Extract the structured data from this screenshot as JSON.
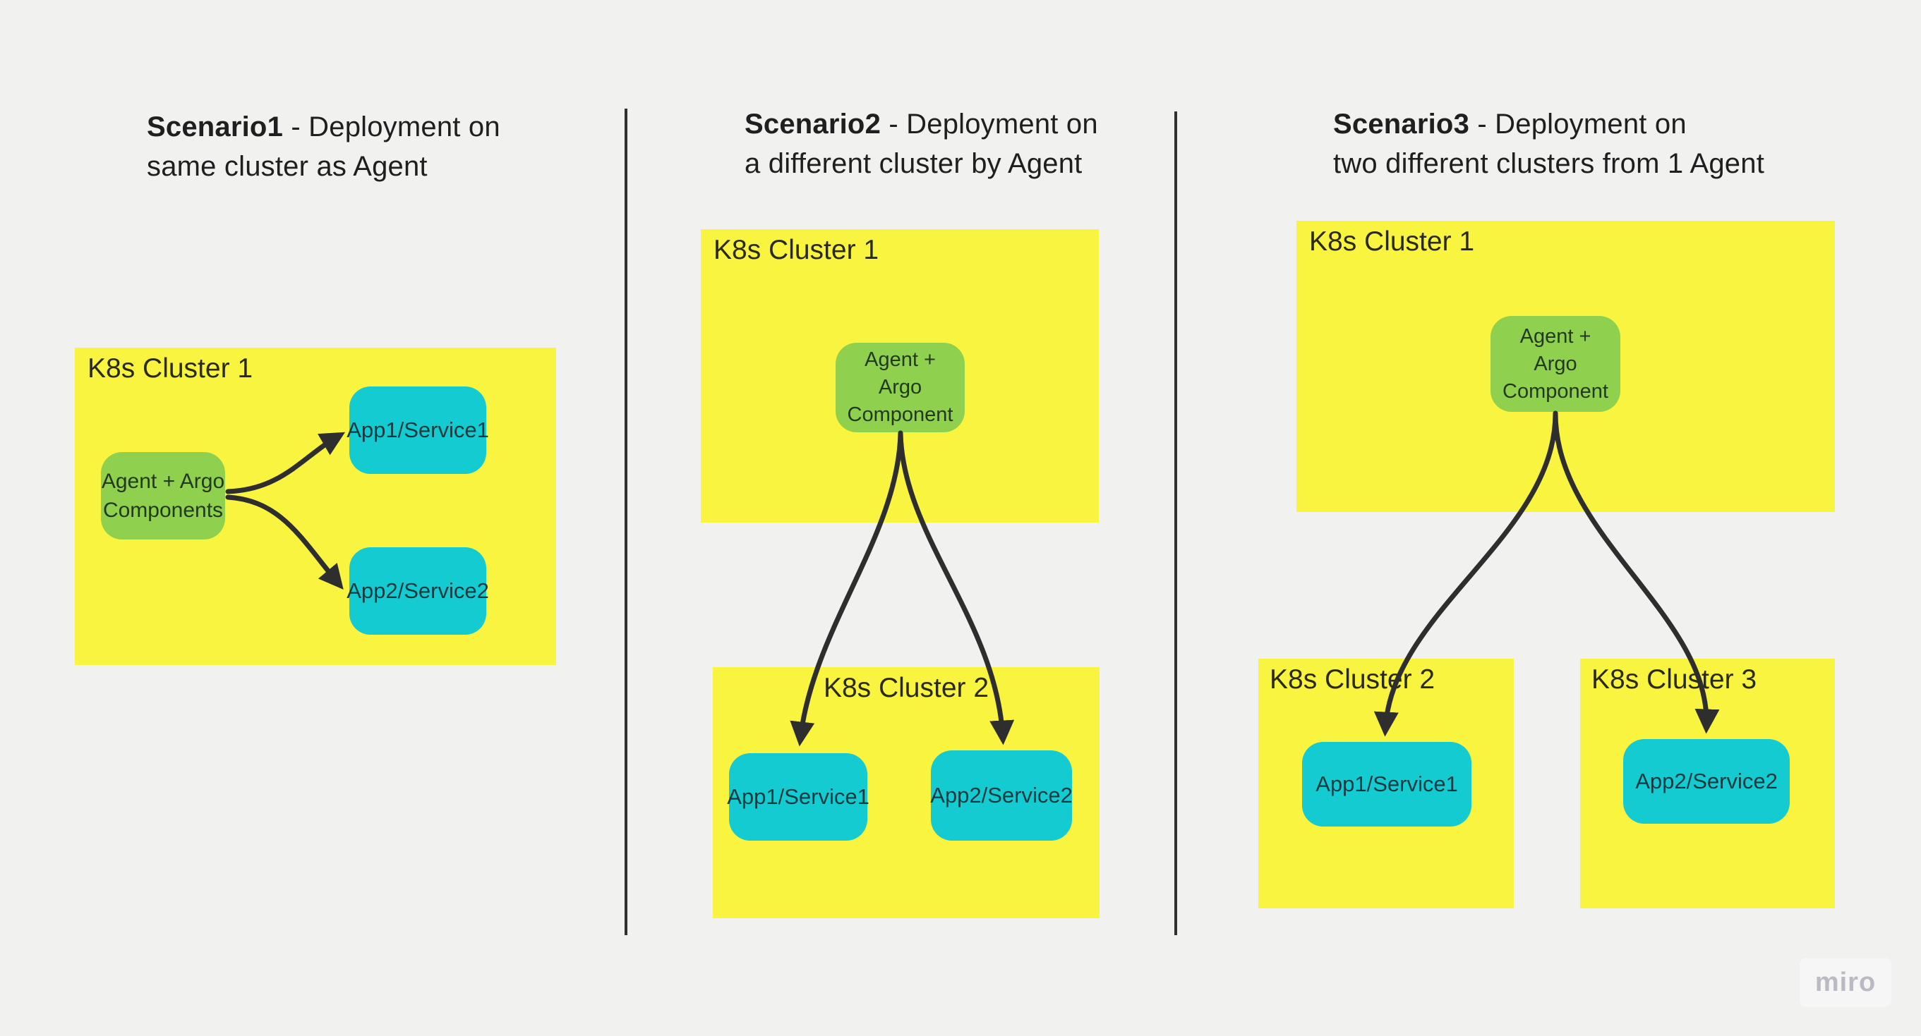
{
  "colors": {
    "background": "#f1f1ef",
    "cluster_yellow": "#f8f43f",
    "agent_green": "#8fd14f",
    "app_cyan": "#14cbd1",
    "arrow_ink": "#2e2e2e",
    "watermark_text": "#b9bac3"
  },
  "s1": {
    "title": {
      "prefix": "Scenario1",
      "suffix": " - Deployment on",
      "line2": "same cluster as Agent"
    },
    "cluster1": {
      "name": "K8s Cluster 1"
    },
    "agent": {
      "line1": "Agent + Argo",
      "line2": "Components"
    },
    "app1": {
      "label": "App1/Service1"
    },
    "app2": {
      "label": "App2/Service2"
    }
  },
  "s2": {
    "title": {
      "prefix": "Scenario2",
      "suffix": " - Deployment on",
      "line2": "a different cluster by Agent"
    },
    "cluster1": {
      "name": "K8s Cluster 1"
    },
    "agent": {
      "line1": "Agent +",
      "line2": "Argo",
      "line3": "Component"
    },
    "cluster2": {
      "name": "K8s Cluster 2"
    },
    "app1": {
      "label": "App1/Service1"
    },
    "app2": {
      "label": "App2/Service2"
    }
  },
  "s3": {
    "title": {
      "prefix": "Scenario3",
      "suffix": " - Deployment on",
      "line2": "two different clusters from 1 Agent"
    },
    "cluster1": {
      "name": "K8s Cluster 1"
    },
    "agent": {
      "line1": "Agent +",
      "line2": "Argo",
      "line3": "Component"
    },
    "cluster2": {
      "name": "K8s Cluster 2"
    },
    "cluster3": {
      "name": "K8s Cluster 3"
    },
    "app1": {
      "label": "App1/Service1"
    },
    "app2": {
      "label": "App2/Service2"
    }
  },
  "watermark": {
    "label": "miro"
  }
}
